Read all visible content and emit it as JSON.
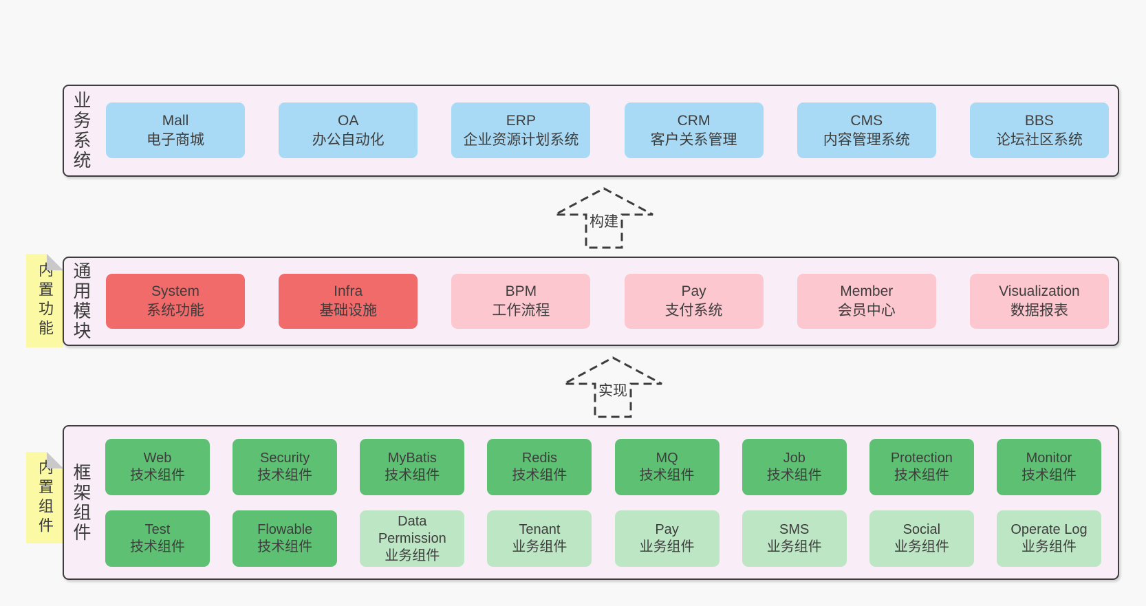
{
  "colors": {
    "page_bg": "#f8f8f8",
    "band_bg": "#f9eef7",
    "band_border": "#3d3d3d",
    "box_blue": "#a9daf5",
    "box_red": "#f16b6b",
    "box_pink": "#fcc7cf",
    "box_green": "#5ec072",
    "box_light_green": "#bde6c4",
    "sticky_yellow": "#fbf9a4",
    "sticky_fold_gray": "#c9c9c9",
    "text": "#3d3d3d"
  },
  "arrows": [
    {
      "label": "构建"
    },
    {
      "label": "实现"
    }
  ],
  "bands": [
    {
      "id": "business-systems",
      "label": "业务系统",
      "boxes": [
        {
          "title": "Mall",
          "subtitle": "电子商城",
          "variant": "blue"
        },
        {
          "title": "OA",
          "subtitle": "办公自动化",
          "variant": "blue"
        },
        {
          "title": "ERP",
          "subtitle": "企业资源计划系统",
          "variant": "blue"
        },
        {
          "title": "CRM",
          "subtitle": "客户关系管理",
          "variant": "blue"
        },
        {
          "title": "CMS",
          "subtitle": "内容管理系统",
          "variant": "blue"
        },
        {
          "title": "BBS",
          "subtitle": "论坛社区系统",
          "variant": "blue"
        }
      ]
    },
    {
      "id": "common-modules",
      "label": "通用模块",
      "note": "内置功能",
      "boxes": [
        {
          "title": "System",
          "subtitle": "系统功能",
          "variant": "red"
        },
        {
          "title": "Infra",
          "subtitle": "基础设施",
          "variant": "red"
        },
        {
          "title": "BPM",
          "subtitle": "工作流程",
          "variant": "pink"
        },
        {
          "title": "Pay",
          "subtitle": "支付系统",
          "variant": "pink"
        },
        {
          "title": "Member",
          "subtitle": "会员中心",
          "variant": "pink"
        },
        {
          "title": "Visualization",
          "subtitle": "数据报表",
          "variant": "pink"
        }
      ]
    },
    {
      "id": "framework-components",
      "label": "框架组件",
      "note": "内置组件",
      "rows": [
        [
          {
            "title": "Web",
            "subtitle": "技术组件",
            "variant": "green"
          },
          {
            "title": "Security",
            "subtitle": "技术组件",
            "variant": "green"
          },
          {
            "title": "MyBatis",
            "subtitle": "技术组件",
            "variant": "green"
          },
          {
            "title": "Redis",
            "subtitle": "技术组件",
            "variant": "green"
          },
          {
            "title": "MQ",
            "subtitle": "技术组件",
            "variant": "green"
          },
          {
            "title": "Job",
            "subtitle": "技术组件",
            "variant": "green"
          },
          {
            "title": "Protection",
            "subtitle": "技术组件",
            "variant": "green"
          },
          {
            "title": "Monitor",
            "subtitle": "技术组件",
            "variant": "green"
          }
        ],
        [
          {
            "title": "Test",
            "subtitle": "技术组件",
            "variant": "green"
          },
          {
            "title": "Flowable",
            "subtitle": "技术组件",
            "variant": "green"
          },
          {
            "title": "Data Permission",
            "subtitle": "业务组件",
            "variant": "lightgreen"
          },
          {
            "title": "Tenant",
            "subtitle": "业务组件",
            "variant": "lightgreen"
          },
          {
            "title": "Pay",
            "subtitle": "业务组件",
            "variant": "lightgreen"
          },
          {
            "title": "SMS",
            "subtitle": "业务组件",
            "variant": "lightgreen"
          },
          {
            "title": "Social",
            "subtitle": "业务组件",
            "variant": "lightgreen"
          },
          {
            "title": "Operate Log",
            "subtitle": "业务组件",
            "variant": "lightgreen"
          }
        ]
      ]
    }
  ]
}
